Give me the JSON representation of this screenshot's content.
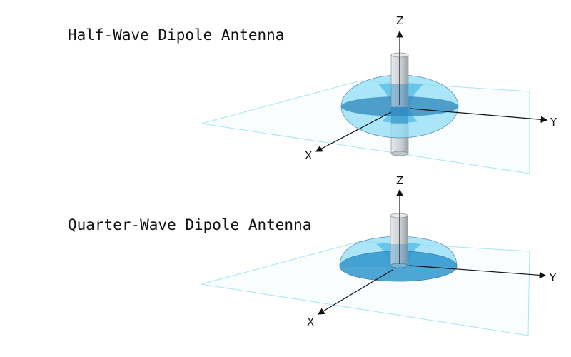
{
  "diagrams": [
    {
      "title": "Half-Wave Dipole Antenna",
      "axes": {
        "z": "Z",
        "y": "Y",
        "x": "X"
      }
    },
    {
      "title": "Quarter-Wave Dipole Antenna",
      "axes": {
        "z": "Z",
        "y": "Y",
        "x": "X"
      }
    }
  ],
  "colors": {
    "pattern_light": "#8fdcf5",
    "pattern_dark": "#2f86bd",
    "plane_edge": "#a8e4f2",
    "antenna": "#c9ced4"
  }
}
